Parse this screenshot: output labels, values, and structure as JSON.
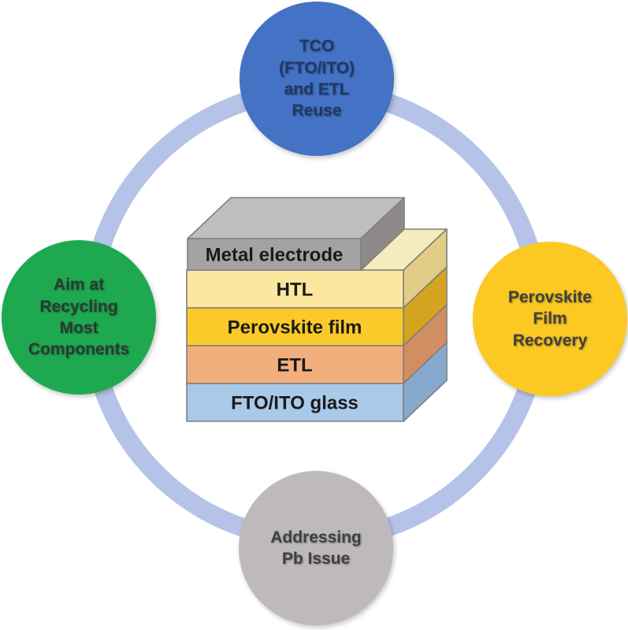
{
  "figure": {
    "background": "#ffffff",
    "ring": {
      "color": "#b5c3e8"
    },
    "nodes": {
      "top": {
        "label": "TCO\n(FTO/ITO)\nand ETL\nReuse",
        "bg": "#4472c4",
        "text_color": "#1f3864"
      },
      "left": {
        "label": "Aim at\nRecycling\nMost\nComponents",
        "bg": "#1ea950",
        "text_color": "#2b3a31"
      },
      "right": {
        "label": "Perovskite\nFilm\nRecovery",
        "bg": "#fcc822",
        "text_color": "#3f4040"
      },
      "bottom": {
        "label": "Addressing\nPb Issue",
        "bg": "#bebabb",
        "text_color": "#3f4040"
      }
    },
    "stack": {
      "border_color": "#7f7f7f",
      "label_color": "#1a1a1a",
      "layers": [
        {
          "name": "Metal electrode",
          "front": "#a5a2a2",
          "side": "#8e8a8a",
          "top": "#c0bdbd"
        },
        {
          "name": "HTL",
          "front": "#fce79e",
          "side": "#e2cd86",
          "top": "#f6ebbe"
        },
        {
          "name": "Perovskite film",
          "front": "#fcca28",
          "side": "#d5a41f"
        },
        {
          "name": "ETL",
          "front": "#f3ae7d",
          "side": "#d18e62"
        },
        {
          "name": "FTO/ITO glass",
          "front": "#a9c9e9",
          "side": "#86aace"
        }
      ]
    }
  }
}
